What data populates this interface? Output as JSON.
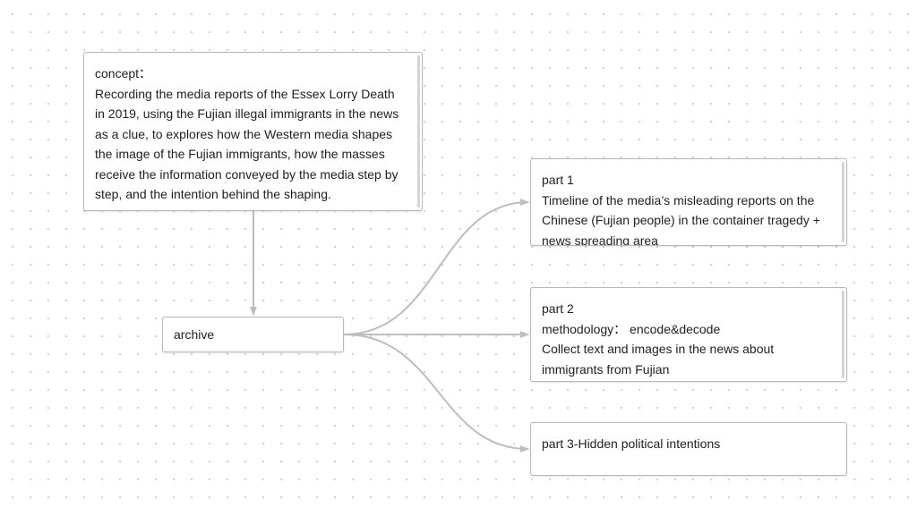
{
  "canvas": {
    "background": "#ffffff",
    "grid_dot_color": "#cfcfcf",
    "edge_color": "#bdbdbd",
    "node_border_color": "#b8b8b8"
  },
  "nodes": {
    "concept": {
      "lines": [
        "concept：",
        "Recording the media reports of the Essex Lorry Death",
        "in 2019, using the Fujian illegal immigrants in the news",
        "as a clue, to explores how the Western media shapes",
        "the image of the Fujian immigrants, how the masses",
        "receive the information conveyed by the media step by",
        "step, and the intention behind the shaping."
      ]
    },
    "archive": {
      "label": "archive"
    },
    "part1": {
      "lines": [
        "part 1",
        "Timeline of the media’s misleading reports on the",
        "Chinese (Fujian people) in the container tragedy +",
        "news spreading area"
      ]
    },
    "part2": {
      "lines": [
        "part 2",
        "methodology： encode&decode",
        "Collect text and images in the news about",
        "immigrants from Fujian"
      ]
    },
    "part3": {
      "lines": [
        "part 3-Hidden political intentions"
      ]
    }
  },
  "edges": [
    {
      "from": "concept",
      "to": "archive"
    },
    {
      "from": "archive",
      "to": "part1"
    },
    {
      "from": "archive",
      "to": "part2"
    },
    {
      "from": "archive",
      "to": "part3"
    }
  ]
}
